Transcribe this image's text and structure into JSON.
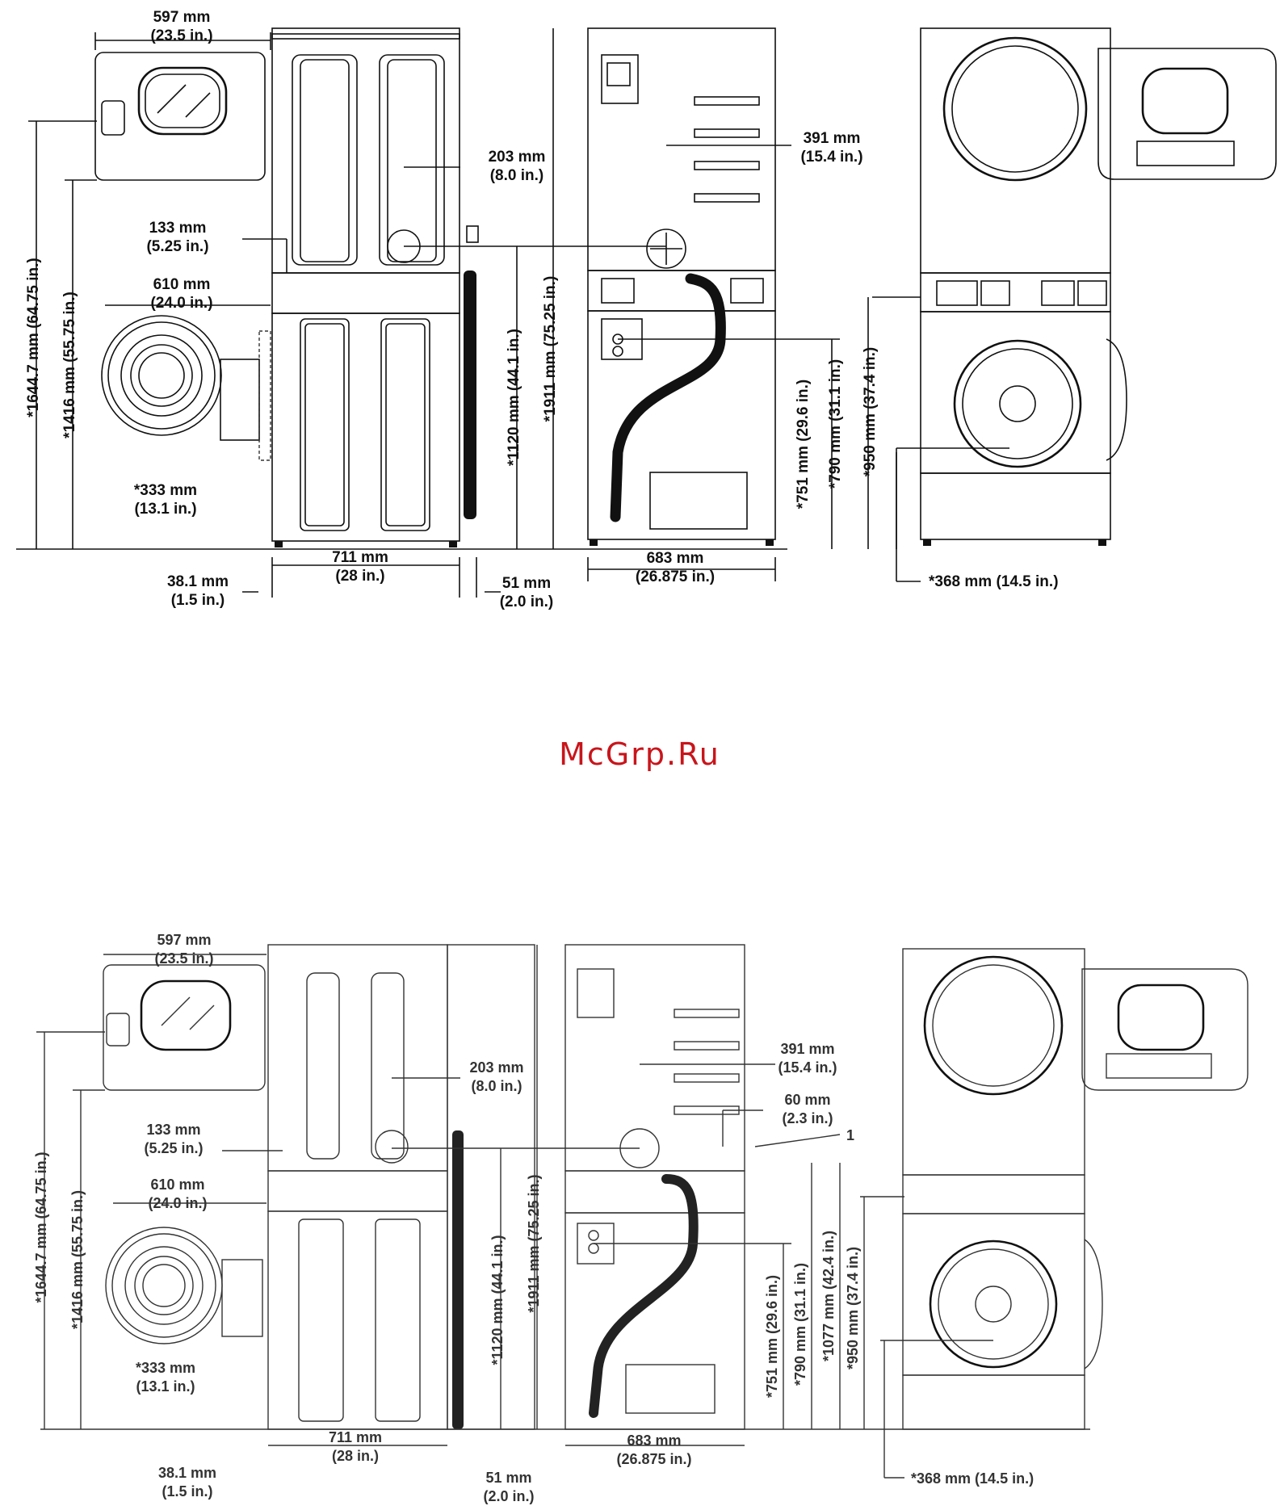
{
  "watermark": "McGrp.Ru",
  "diagram_top": {
    "dim_597": [
      "597 mm",
      "(23.5 in.)"
    ],
    "dim_203": [
      "203 mm",
      "(8.0 in.)"
    ],
    "dim_133": [
      "133 mm",
      "(5.25 in.)"
    ],
    "dim_610": [
      "610 mm",
      "(24.0 in.)"
    ],
    "dim_333": [
      "*333 mm",
      "(13.1 in.)"
    ],
    "dim_711": [
      "711 mm",
      "(28 in.)"
    ],
    "dim_381": [
      "38.1 mm",
      "(1.5 in.)"
    ],
    "dim_51": [
      "51 mm",
      "(2.0 in.)"
    ],
    "dim_683": [
      "683 mm",
      "(26.875 in.)"
    ],
    "dim_391": [
      "391 mm",
      "(15.4 in.)"
    ],
    "dim_368": "*368 mm (14.5 in.)",
    "v_1644": "*1644.7 mm (64.75 in.)",
    "v_1416": "*1416 mm (55.75 in.)",
    "v_1120": "*1120 mm (44.1 in.)",
    "v_1911": "*1911 mm (75.25 in.)",
    "v_751": "*751 mm (29.6 in.)",
    "v_790": "*790 mm (31.1 in.)",
    "v_950": "*950 mm (37.4 in.)"
  },
  "diagram_bottom": {
    "dim_597": [
      "597 mm",
      "(23.5 in.)"
    ],
    "dim_203": [
      "203 mm",
      "(8.0 in.)"
    ],
    "dim_133": [
      "133 mm",
      "(5.25 in.)"
    ],
    "dim_610": [
      "610 mm",
      "(24.0 in.)"
    ],
    "dim_333": [
      "*333 mm",
      "(13.1 in.)"
    ],
    "dim_711": [
      "711 mm",
      "(28 in.)"
    ],
    "dim_381": [
      "38.1 mm",
      "(1.5 in.)"
    ],
    "dim_51": [
      "51 mm",
      "(2.0 in.)"
    ],
    "dim_683": [
      "683 mm",
      "(26.875 in.)"
    ],
    "dim_391": [
      "391 mm",
      "(15.4 in.)"
    ],
    "dim_60": [
      "60 mm",
      "(2.3 in.)"
    ],
    "callout_1": "1",
    "dim_368": "*368 mm (14.5 in.)",
    "v_1644": "*1644.7 mm (64.75 in.)",
    "v_1416": "*1416 mm (55.75 in.)",
    "v_1120": "*1120 mm (44.1 in.)",
    "v_1911": "*1911 mm (75.25 in.)",
    "v_751": "*751 mm (29.6 in.)",
    "v_790": "*790 mm (31.1 in.)",
    "v_1077": "*1077 mm (42.4 in.)",
    "v_950": "*950 mm (37.4 in.)"
  }
}
